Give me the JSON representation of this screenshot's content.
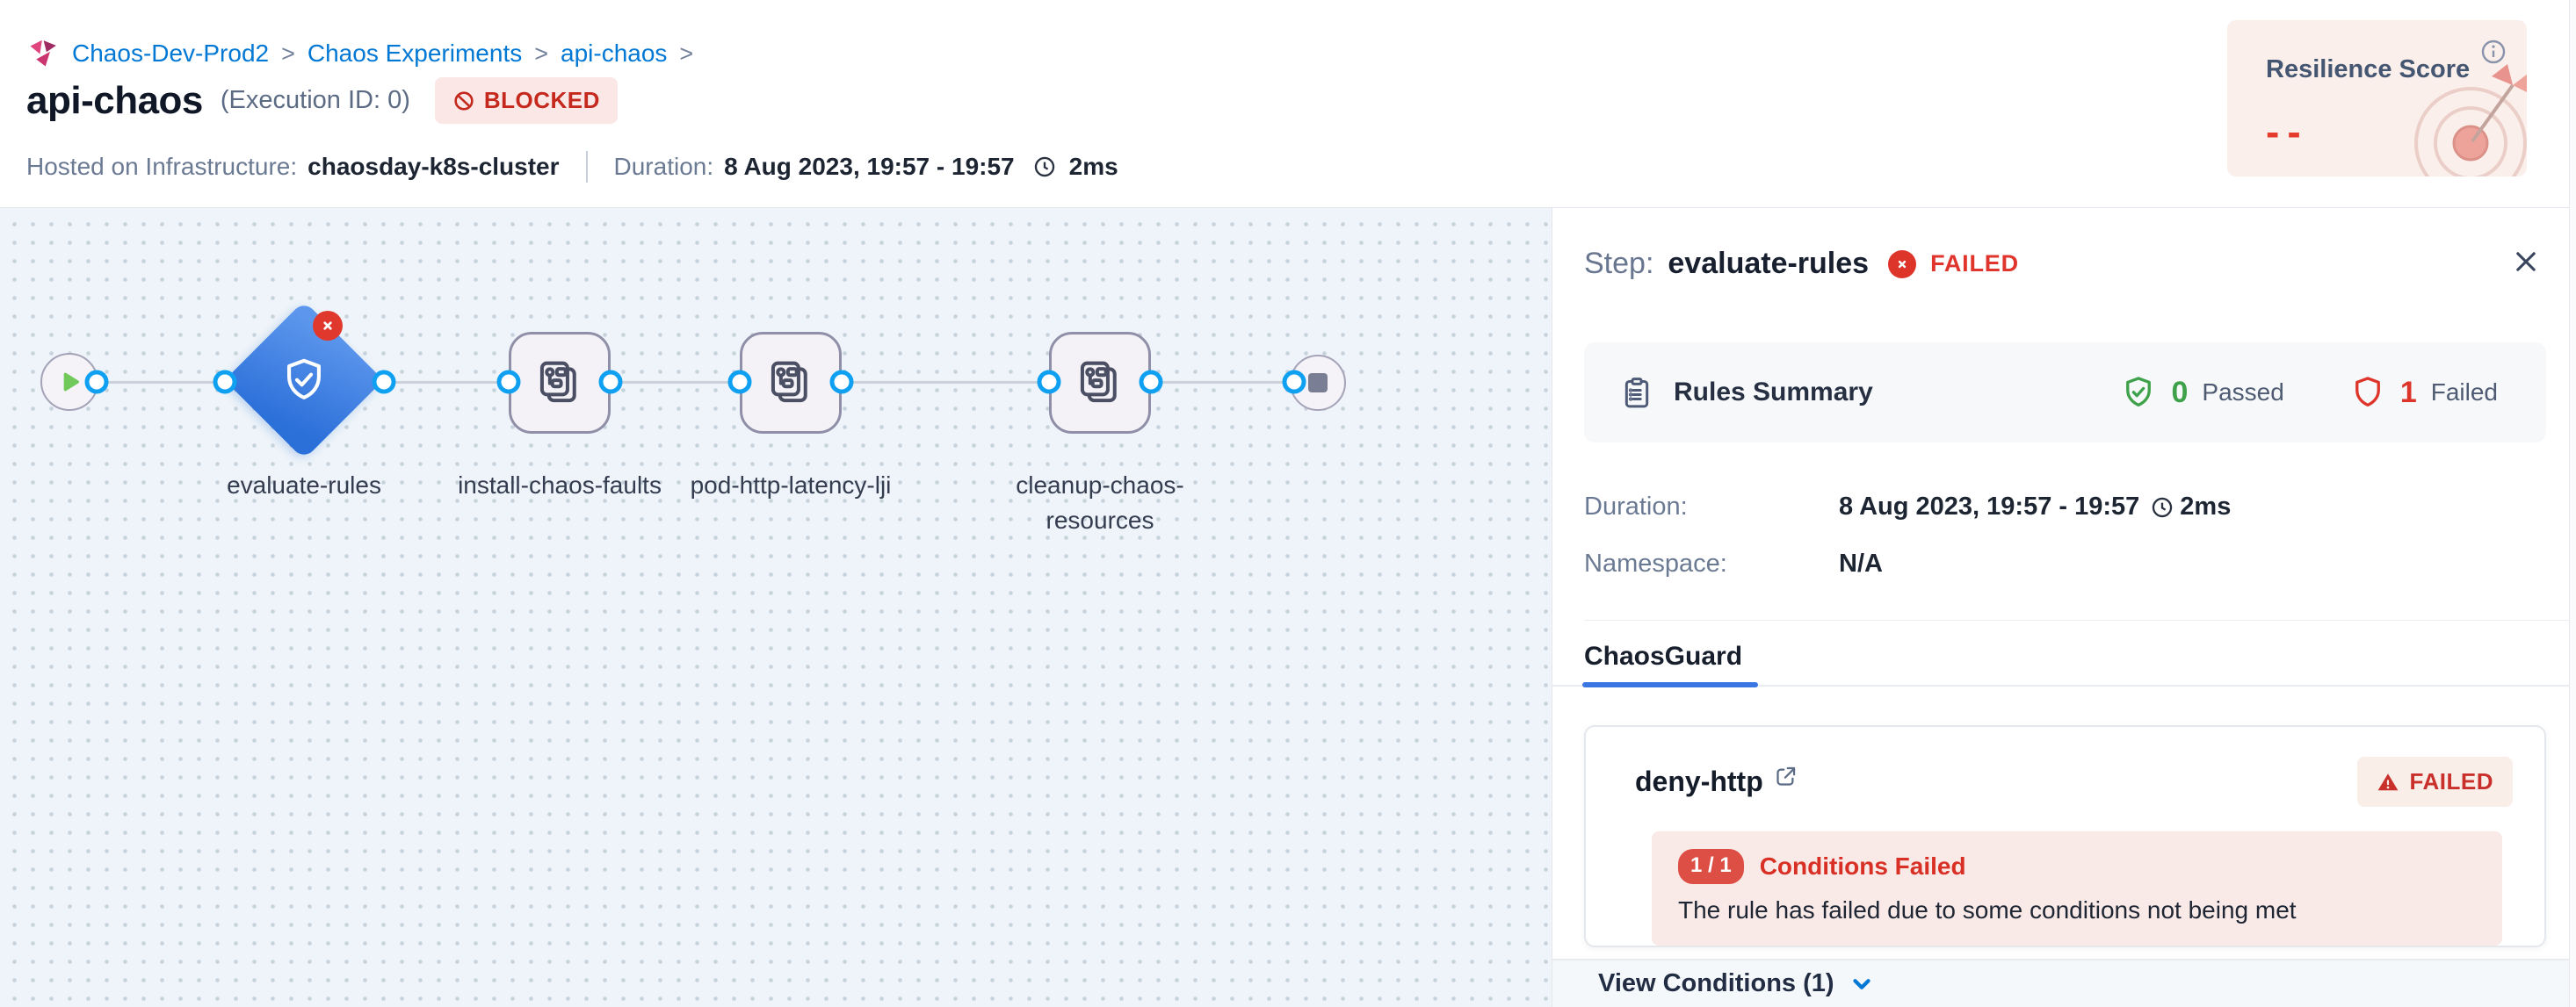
{
  "header": {
    "breadcrumb": {
      "separator": ">",
      "items": [
        "Chaos-Dev-Prod2",
        "Chaos Experiments",
        "api-chaos"
      ]
    },
    "title": "api-chaos",
    "execution_id": "(Execution ID: 0)",
    "status_badge": "BLOCKED",
    "infra_label": "Hosted on Infrastructure:",
    "infra_value": "chaosday-k8s-cluster",
    "duration_label": "Duration:",
    "duration_value": "8 Aug 2023, 19:57 - 19:57",
    "duration_ms": "2ms",
    "resilience": {
      "title": "Resilience Score",
      "value": "--"
    }
  },
  "canvas": {
    "nodes": [
      {
        "label": "evaluate-rules",
        "type": "chaosguard-diamond",
        "status": "failed"
      },
      {
        "label": "install-chaos-faults",
        "type": "step"
      },
      {
        "label": "pod-http-latency-lji",
        "type": "step"
      },
      {
        "label": "cleanup-chaos-resources",
        "type": "step"
      }
    ]
  },
  "panel": {
    "step_label": "Step:",
    "step_name": "evaluate-rules",
    "step_status": "FAILED",
    "rules_summary": {
      "title": "Rules Summary",
      "passed_count": "0",
      "passed_label": "Passed",
      "failed_count": "1",
      "failed_label": "Failed"
    },
    "duration_label": "Duration:",
    "duration_value": "8 Aug 2023, 19:57 - 19:57",
    "duration_ms": "2ms",
    "namespace_label": "Namespace:",
    "namespace_value": "N/A",
    "tab": "ChaosGuard",
    "rule_card": {
      "name": "deny-http",
      "status": "FAILED",
      "conditions_badge": "1 / 1",
      "conditions_title": "Conditions Failed",
      "conditions_message": "The rule has failed due to some conditions not being met",
      "view_conditions": "View Conditions (1)"
    }
  },
  "colors": {
    "accent_blue": "#0278D5",
    "error_red": "#E0352C",
    "success_green": "#3FA14A",
    "brand_pink": "#E0457E",
    "canvas_bg": "#EEF4F9",
    "diamond_blue": "#2B6FD9"
  }
}
